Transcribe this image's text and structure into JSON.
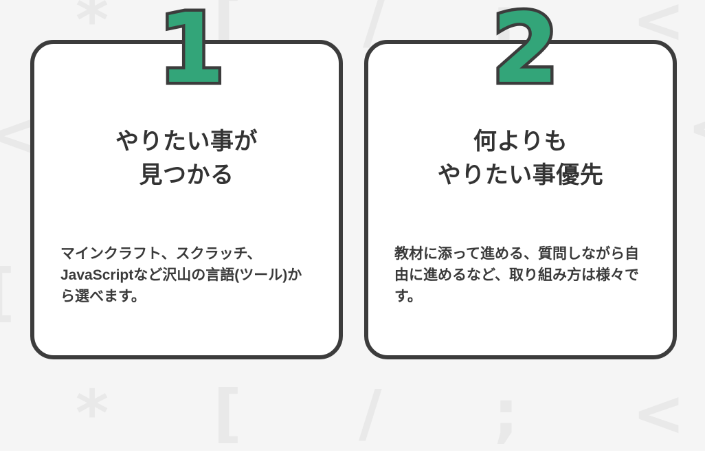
{
  "theme": {
    "page_background": "#ffffff",
    "panel_background": "#f5f5f5",
    "card_background": "#ffffff",
    "card_border_color": "#3c3c3c",
    "accent_green": "#33a579",
    "number_outline": "#3c3c3c",
    "heading_color": "#333333",
    "body_color": "#3a3a3a",
    "decoration_color": "#e9e9e9"
  },
  "decorations": {
    "top": [
      "*",
      "[",
      "/",
      ";",
      "<"
    ],
    "middle": [
      "<",
      "[",
      "<"
    ],
    "bottom": [
      "*",
      "[",
      "/",
      ";",
      "<"
    ]
  },
  "cards": [
    {
      "number": "1",
      "heading": "やりたい事が\n見つかる",
      "body": "マインクラフト、スクラッチ、JavaScriptなど沢山の言語(ツール)から選べます。"
    },
    {
      "number": "2",
      "heading": "何よりも\nやりたい事優先",
      "body": "教材に添って進める、質問しながら自由に進めるなど、取り組み方は様々です。"
    }
  ]
}
